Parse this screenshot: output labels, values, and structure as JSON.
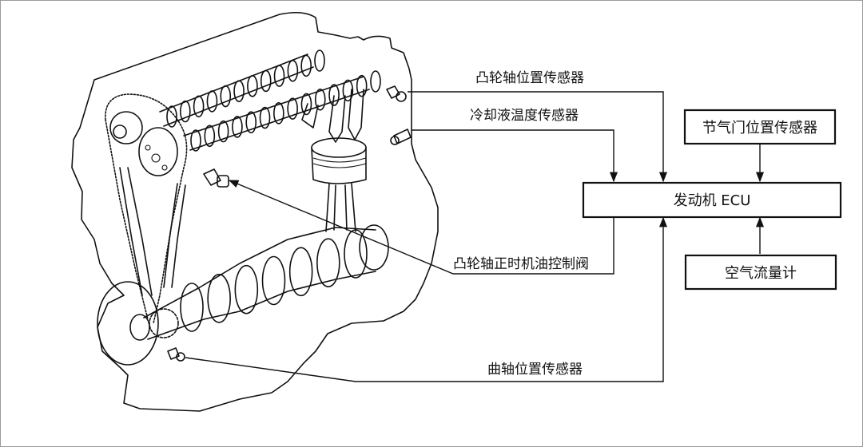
{
  "diagram": {
    "title": "Engine ECU VVT sensor/actuator connection diagram",
    "components": {
      "ecu": {
        "label": "发动机 ECU"
      },
      "throttle_sensor": {
        "label": "节气门位置传感器"
      },
      "air_flow_meter": {
        "label": "空气流量计"
      }
    },
    "callouts": {
      "camshaft_position_sensor": {
        "label": "凸轮轴位置传感器"
      },
      "coolant_temp_sensor": {
        "label": "冷却液温度传感器"
      },
      "ocv": {
        "label": "凸轮轴正时机油控制阀"
      },
      "crankshaft_position_sensor": {
        "label": "曲轴位置传感器"
      }
    },
    "connections": [
      {
        "from": "camshaft_position_sensor",
        "to": "ecu",
        "direction": "input"
      },
      {
        "from": "coolant_temp_sensor",
        "to": "ecu",
        "direction": "input"
      },
      {
        "from": "throttle_sensor",
        "to": "ecu",
        "direction": "input"
      },
      {
        "from": "air_flow_meter",
        "to": "ecu",
        "direction": "input"
      },
      {
        "from": "crankshaft_position_sensor",
        "to": "ecu",
        "direction": "input"
      },
      {
        "from": "ecu",
        "to": "ocv",
        "direction": "output"
      }
    ]
  }
}
